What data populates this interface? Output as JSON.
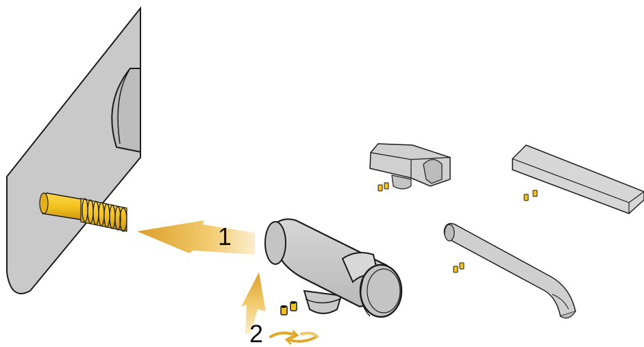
{
  "steps": [
    {
      "number": "1"
    },
    {
      "number": "2"
    }
  ],
  "colors": {
    "background": "#ffffff",
    "part_fill": "#c9c9c9",
    "part_fill_light": "#dcdcdc",
    "outline": "#1a1a1a",
    "accent_arrow": "#e8b23a",
    "screw_yellow": "#f3c21f"
  },
  "icons": [
    "wall-plate",
    "threaded-pipe",
    "spout-elbow",
    "hand-shower-holder",
    "rect-spout",
    "tube-spout",
    "small-screws",
    "rotation-arrows"
  ]
}
